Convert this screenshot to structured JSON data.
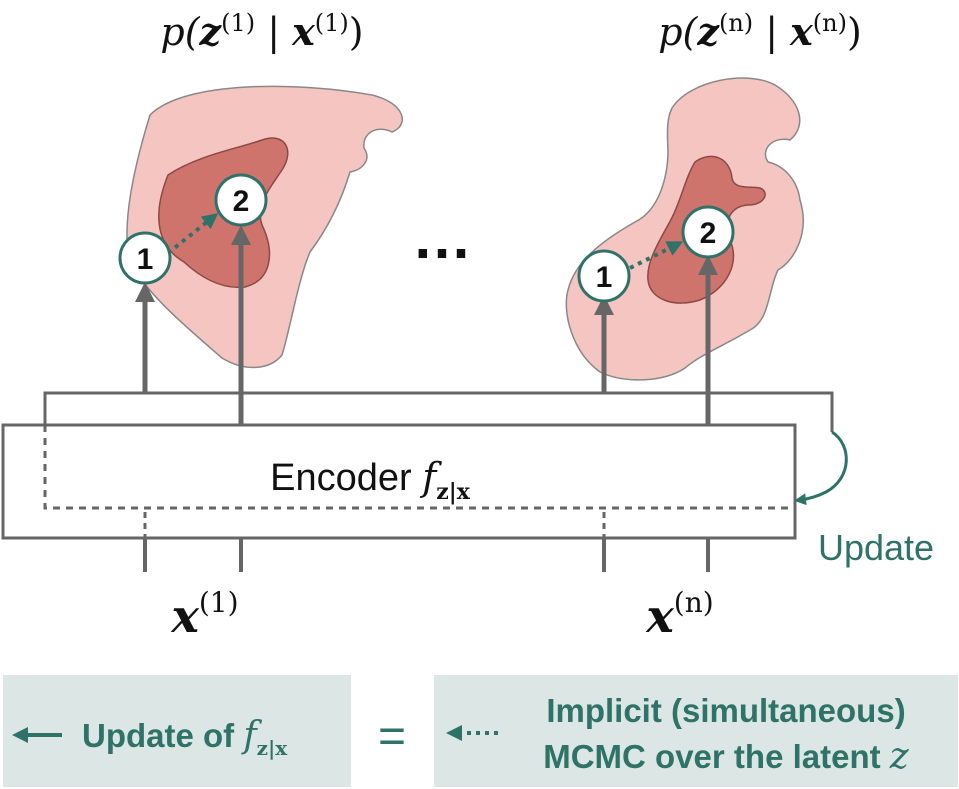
{
  "labels": {
    "posterior_left_p": "p(",
    "posterior_left_z": "z",
    "posterior_left_sup1": "(1)",
    "posterior_left_bar": " | ",
    "posterior_left_x": "x",
    "posterior_left_sup2": "(1)",
    "posterior_left_close": ")",
    "posterior_right_p": "p(",
    "posterior_right_z": "z",
    "posterior_right_sup1": "(n)",
    "posterior_right_bar": " | ",
    "posterior_right_x": "x",
    "posterior_right_sup2": "(n)",
    "posterior_right_close": ")",
    "ellipsis": "…",
    "step_1": "1",
    "step_2": "2",
    "encoder_text": "Encoder ",
    "encoder_f": "f",
    "encoder_sub": "z|x",
    "update": "Update",
    "input_left_x": "x",
    "input_left_sup": "(1)",
    "input_right_x": "x",
    "input_right_sup": "(n)"
  },
  "legend": {
    "left_text": "Update of ",
    "left_f": "f",
    "left_sub": "z|x",
    "equals": "=",
    "right_line1": "Implicit (simultaneous)",
    "right_line2": "MCMC over the latent ",
    "right_z": "z"
  },
  "colors": {
    "teal": "#2e7268",
    "gray": "#666666",
    "blob_light": "#f5c5c1",
    "blob_dark": "#cf736d",
    "legend_bg": "#dce7e5"
  }
}
